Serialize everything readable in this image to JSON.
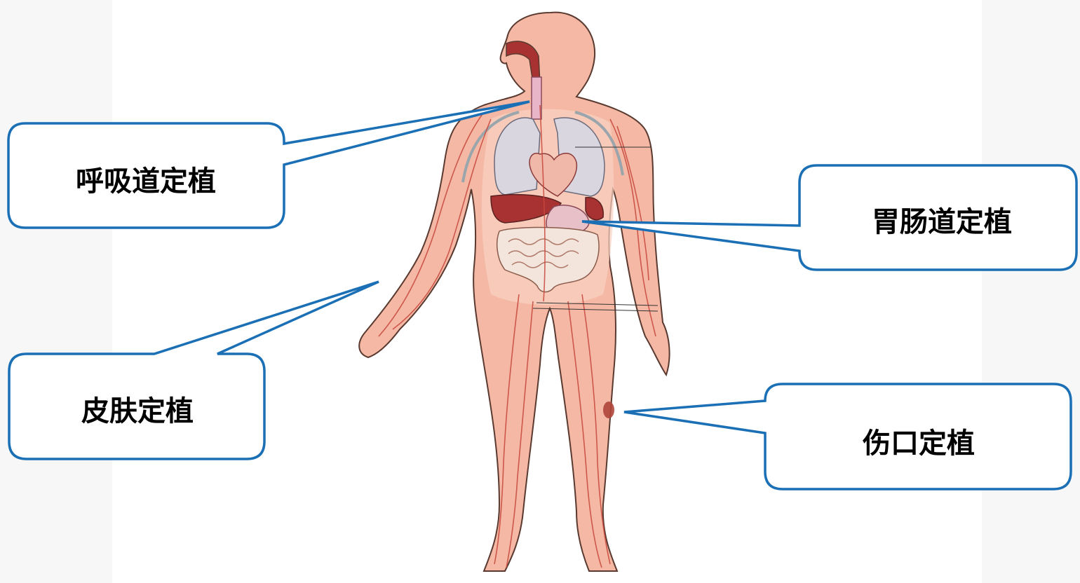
{
  "colors": {
    "callout_border": "#1a6fb5",
    "skin": "#f4b8a4",
    "skin_light": "#f9d2c2",
    "vessel": "#c8473c",
    "organ_dark": "#a83232",
    "lung": "#d9d6e0",
    "intestine": "#f3e4dc"
  },
  "callouts": {
    "respiratory": {
      "label": "呼吸道定植"
    },
    "gut": {
      "label": "胃肠道定植"
    },
    "skin": {
      "label": "皮肤定植"
    },
    "wound": {
      "label": "伤口定植"
    }
  }
}
